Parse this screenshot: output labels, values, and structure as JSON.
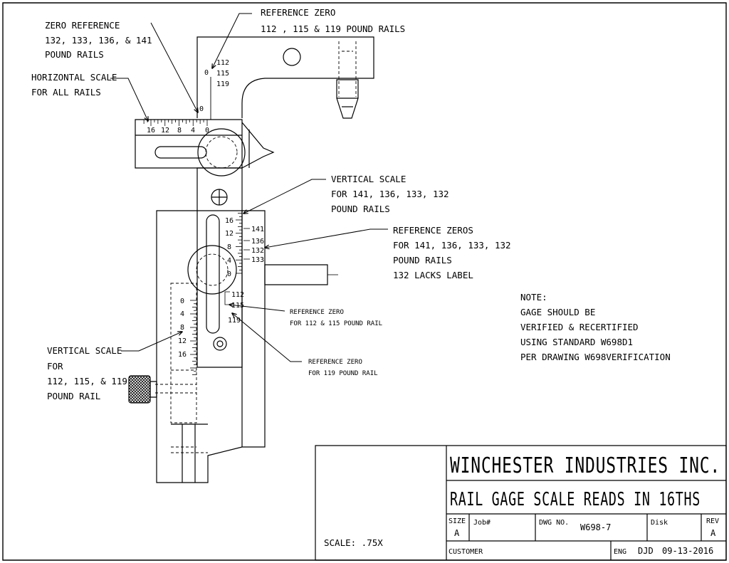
{
  "callouts": {
    "zero_reference": [
      "ZERO REFERENCE",
      "132, 133, 136, & 141",
      "POUND RAILS"
    ],
    "reference_zero_top": [
      "REFERENCE ZERO",
      "112 , 115 & 119  POUND RAILS"
    ],
    "horizontal_scale": [
      "HORIZONTAL SCALE",
      "FOR ALL RAILS"
    ],
    "vertical_scale_upper": [
      "VERTICAL SCALE",
      "FOR 141, 136, 133, 132",
      "POUND RAILS"
    ],
    "reference_zeros": [
      "REFERENCE ZEROS",
      "FOR 141, 136, 133, 132",
      "POUND RAILS",
      "132 LACKS LABEL"
    ],
    "reference_zero_112_115": [
      "REFERENCE ZERO",
      "FOR 112 & 115 POUND RAIL"
    ],
    "reference_zero_119": [
      "REFERENCE ZERO",
      "FOR 119 POUND RAIL"
    ],
    "vertical_scale_lower": [
      "VERTICAL SCALE",
      "FOR",
      "112, 115, & 119",
      "POUND RAIL"
    ]
  },
  "note": [
    "NOTE:",
    "GAGE SHOULD BE",
    "VERIFIED & RECERTIFIED",
    "USING STANDARD W698D1",
    "PER DRAWING W698VERIFICATION"
  ],
  "scales": {
    "horizontal_ticks": [
      "16",
      "12",
      "8",
      "4",
      "0"
    ],
    "horizontal_zero": "0",
    "top_rail_labels": [
      "112",
      "115",
      "119"
    ],
    "top_rail_zero": "0",
    "upper_vertical_ticks": [
      "16",
      "12",
      "8",
      "4",
      "0"
    ],
    "upper_rail_labels": [
      "141",
      "136",
      "132",
      "133"
    ],
    "lower_vertical_ticks": [
      "0",
      "4",
      "8",
      "12",
      "16"
    ],
    "lower_rail_labels": [
      "112",
      "115",
      "119"
    ]
  },
  "title_block": {
    "company": "WINCHESTER INDUSTRIES INC.",
    "title": "RAIL GAGE SCALE READS IN 16THS",
    "size_label": "SIZE",
    "size_value": "A",
    "job_label": "Job#",
    "dwg_label": "DWG NO.",
    "dwg_value": "W698-7",
    "disk_label": "Disk",
    "rev_label": "REV",
    "rev_value": "A",
    "customer_label": "CUSTOMER",
    "eng_label": "ENG",
    "eng_value": "DJD",
    "date": "09-13-2016",
    "scale": "SCALE:  .75X"
  }
}
